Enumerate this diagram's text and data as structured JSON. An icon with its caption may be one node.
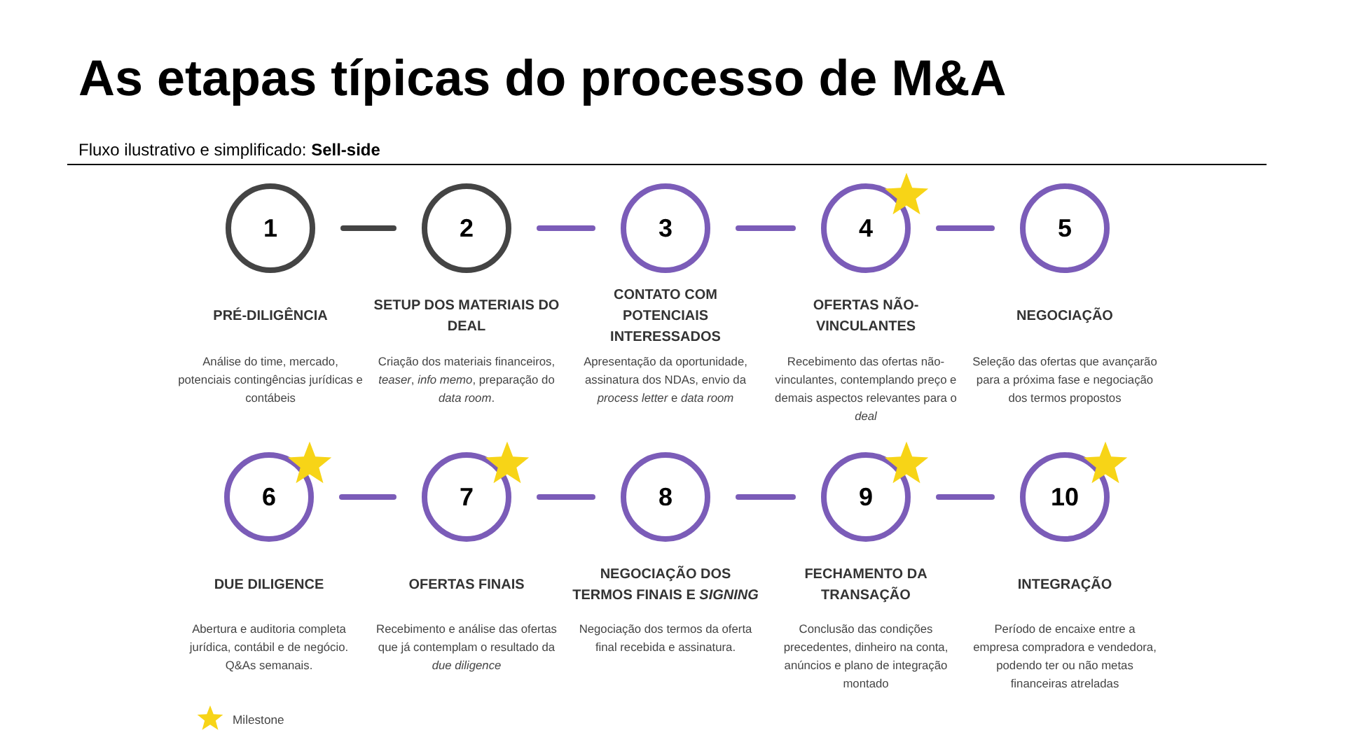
{
  "diagram": {
    "title": "As etapas típicas do **processo de M&A**",
    "nodes": [
      {
        "text": [
          "1"
        ],
        "beside": [
          "PRÉ-DILIGÊNCIA",
          "Análise do time, mercado, potenciais contingências jurídicas e contábeis"
        ]
      },
      {
        "text": [
          "2"
        ],
        "beside": [
          "SETUP DOS MATERIAIS DO DEAL",
          "Criação dos materiais financeiros, *teaser*, *info memo*, preparação do *data room*."
        ]
      },
      {
        "text": [
          "3"
        ],
        "beside": [
          "CONTATO COM POTENCIAIS INTERESSADOS",
          "Apresentação da oportunidade, assinatura dos NDAs, envio da *process letter* e *data room*"
        ]
      },
      {
        "text": [
          "4"
        ],
        "beside": [
          "OFERTAS NÃO-VINCULANTES",
          "Recebimento das ofertas não-vinculantes, contemplando preço e demais aspectos relevantes para o *deal*"
        ]
      },
      {
        "text": [
          "5"
        ],
        "beside": [
          "NEGOCIAÇÃO",
          "Seleção das ofertas que avançarão para a próxima fase e negociação dos termos propostos"
        ]
      },
      {
        "text": [
          "6"
        ],
        "beside": [
          "DUE DILIGENCE",
          "Abertura e auditoria completa jurídica, contábil e de negócio. Q&As semanais."
        ]
      },
      {
        "text": [
          "7"
        ],
        "beside": [
          "OFERTAS FINAIS",
          "Recebimento e análise das ofertas que já contemplam o resultado da *due diligence*"
        ]
      },
      {
        "text": [
          "8"
        ],
        "beside": [
          "NEGOCIAÇÃO DOS TERMOS FINAIS E *SIGNING*",
          "Negociação dos termos da oferta final recebida e assinatura."
        ]
      },
      {
        "text": [
          "9"
        ],
        "beside": [
          "FECHAMENTO DA TRANSAÇÃO",
          "Conclusão das condições precedentes, dinheiro na conta, anúncios e plano de integração montado"
        ]
      },
      {
        "text": [
          "10"
        ],
        "beside": [
          "INTEGRAÇÃO",
          "Período de encaixe entre a empresa compradora e vendedora, podendo ter ou não metas financeiras atreladas"
        ]
      }
    ],
    "edges": [
      {
        "from": 0,
        "to": 1,
        "arrow": "none",
        "color": "#444444"
      },
      {
        "from": 1,
        "to": 2,
        "arrow": "none"
      },
      {
        "from": 2,
        "to": 3,
        "arrow": "none"
      },
      {
        "from": 3,
        "to": 4,
        "arrow": "none"
      },
      {
        "from": 5,
        "to": 6,
        "arrow": "none"
      },
      {
        "from": 6,
        "to": 7,
        "arrow": "none"
      },
      {
        "from": 7,
        "to": 8,
        "arrow": "none"
      },
      {
        "from": 8,
        "to": 9,
        "arrow": "none"
      }
    ],
    "labels": [
      "Fluxo ilustrativo e simplificado: **Sell-side**"
    ],
    "legend": [
      {
        "text": "Milestone"
      }
    ]
  }
}
